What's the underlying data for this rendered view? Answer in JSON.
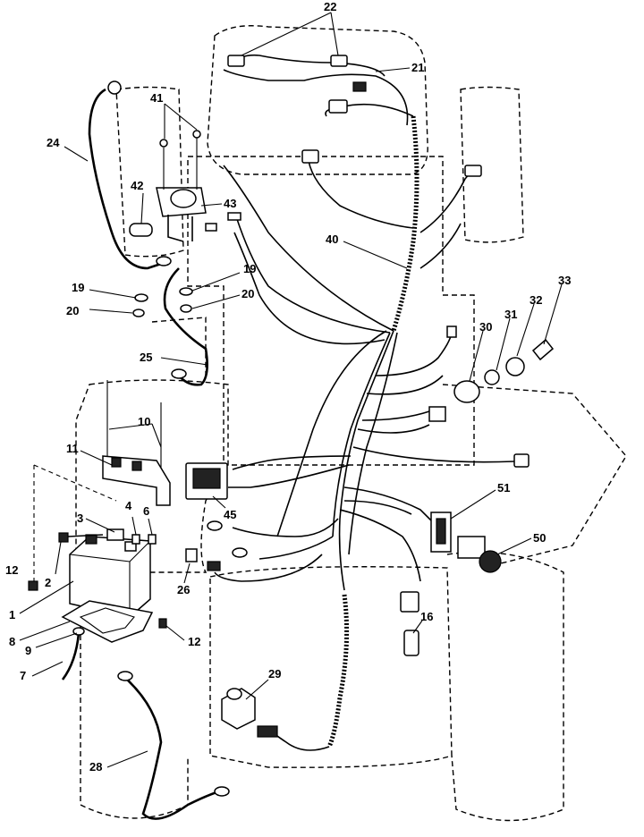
{
  "callouts": [
    {
      "id": "c22",
      "text": "22"
    },
    {
      "id": "c21",
      "text": "21"
    },
    {
      "id": "c41",
      "text": "41"
    },
    {
      "id": "c24",
      "text": "24"
    },
    {
      "id": "c42",
      "text": "42"
    },
    {
      "id": "c43",
      "text": "43"
    },
    {
      "id": "c40",
      "text": "40"
    },
    {
      "id": "c19a",
      "text": "19"
    },
    {
      "id": "c20a",
      "text": "20"
    },
    {
      "id": "c19b",
      "text": "19"
    },
    {
      "id": "c20b",
      "text": "20"
    },
    {
      "id": "c25",
      "text": "25"
    },
    {
      "id": "c33",
      "text": "33"
    },
    {
      "id": "c32",
      "text": "32"
    },
    {
      "id": "c31",
      "text": "31"
    },
    {
      "id": "c30",
      "text": "30"
    },
    {
      "id": "c10",
      "text": "10"
    },
    {
      "id": "c11",
      "text": "11"
    },
    {
      "id": "c51",
      "text": "51"
    },
    {
      "id": "c45",
      "text": "45"
    },
    {
      "id": "c50",
      "text": "50"
    },
    {
      "id": "c3",
      "text": "3"
    },
    {
      "id": "c4",
      "text": "4"
    },
    {
      "id": "c6",
      "text": "6"
    },
    {
      "id": "c12a",
      "text": "12"
    },
    {
      "id": "c2",
      "text": "2"
    },
    {
      "id": "c26",
      "text": "26"
    },
    {
      "id": "c1",
      "text": "1"
    },
    {
      "id": "c8",
      "text": "8"
    },
    {
      "id": "c9",
      "text": "9"
    },
    {
      "id": "c12b",
      "text": "12"
    },
    {
      "id": "c16",
      "text": "16"
    },
    {
      "id": "c7",
      "text": "7"
    },
    {
      "id": "c29",
      "text": "29"
    },
    {
      "id": "c28",
      "text": "28"
    }
  ]
}
